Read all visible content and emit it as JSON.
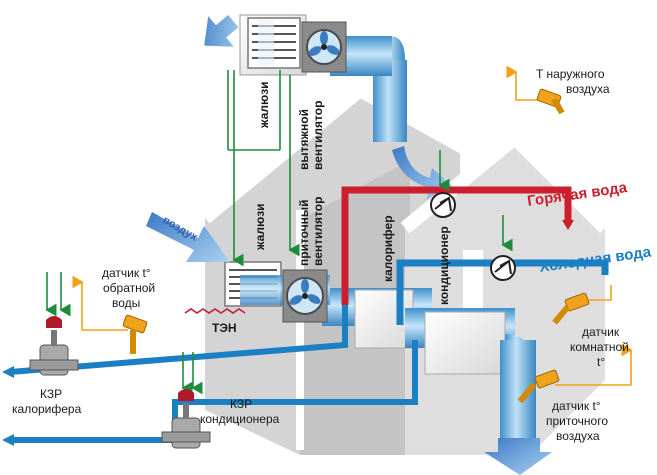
{
  "labels": {
    "zhaluzi_top": "жалюзи",
    "exhaust_fan": "вытяжной вентилятор",
    "exhaust_fan_l1": "вытяжной",
    "exhaust_fan_l2": "вентилятор",
    "zhaluzi_bottom": "жалюзи",
    "supply_fan_l1": "приточный",
    "supply_fan_l2": "вентилятор",
    "calorifer": "калорифер",
    "conditioner": "кондиционер",
    "air": "воздух",
    "ten": "ТЭН",
    "hot_water": "Горячая вода",
    "cold_water": "Холодная вода",
    "outdoor_sensor_l1": "T наружного",
    "outdoor_sensor_l2": "воздуха",
    "return_sensor_l1": "датчик t°",
    "return_sensor_l2": "обратной",
    "return_sensor_l3": "воды",
    "room_sensor_l1": "датчик",
    "room_sensor_l2": "комнатной",
    "room_sensor_l3": "t°",
    "supply_air_sensor_l1": "датчик t°",
    "supply_air_sensor_l2": "приточного",
    "supply_air_sensor_l3": "воздуха",
    "kzr_calorifer_l1": "КЗР",
    "kzr_calorifer_l2": "калорифера",
    "kzr_conditioner_l1": "КЗР",
    "kzr_conditioner_l2": "кондиционера"
  },
  "colors": {
    "hot_pipe": "#cc1f2e",
    "cold_pipe": "#1b7fc4",
    "duct": "#6fb3e0",
    "signal_green": "#1e8c3a",
    "sensor_orange": "#f0a21a",
    "house": "#cfcfcf"
  },
  "icons": [
    "fan-icon",
    "louver-icon",
    "valve-icon",
    "sensor-icon",
    "pump-icon",
    "airflow-arrow-icon"
  ]
}
